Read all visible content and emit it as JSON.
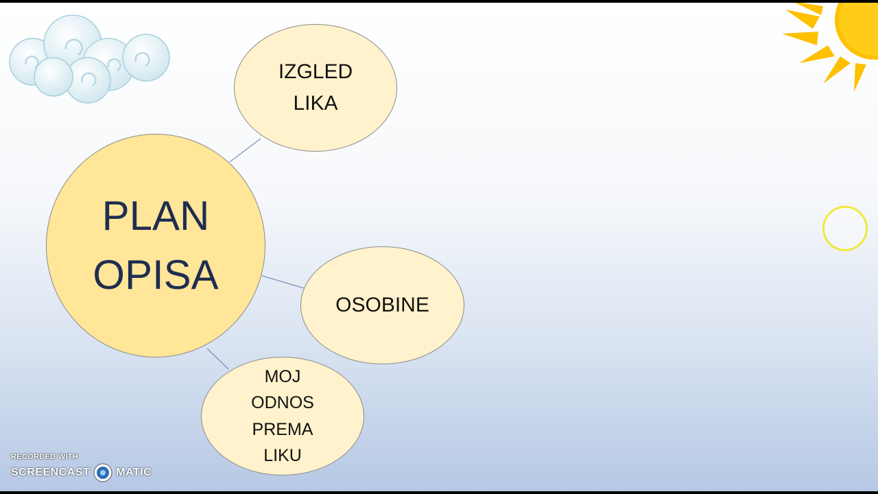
{
  "diagram": {
    "center": {
      "lines": [
        "PLAN",
        "OPISA"
      ]
    },
    "branches": [
      {
        "lines": [
          "IZGLED",
          "LIKA"
        ]
      },
      {
        "lines": [
          "OSOBINE"
        ]
      },
      {
        "lines": [
          "MOJ",
          "ODNOS",
          "PREMA",
          "LIKU"
        ]
      }
    ]
  },
  "decorations": {
    "cloud_icon": "cloud-icon",
    "sun_icon": "sun-icon",
    "cursor_icon": "cursor-highlight-icon"
  },
  "watermark": {
    "top_text": "RECORDED WITH",
    "brand_left": "SCREENCAST",
    "brand_right": "MATIC"
  },
  "colors": {
    "center_fill": "#ffe699",
    "branch_fill": "#fff2cc",
    "center_text": "#1f2d50",
    "cursor_ring": "#f2e93a"
  }
}
